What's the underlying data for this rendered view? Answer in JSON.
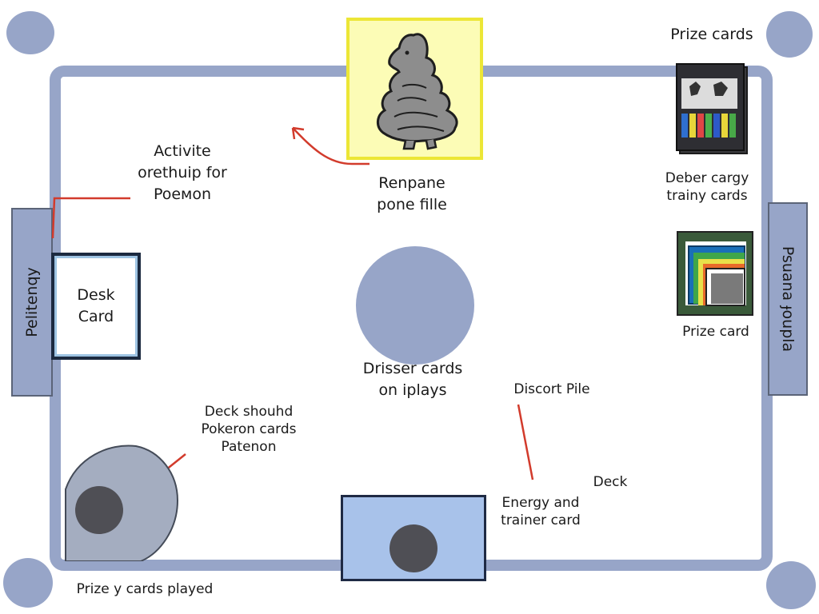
{
  "labels": {
    "prize_cards_top": "Prize cards",
    "active_line1": "Activite",
    "active_line2": "orethuip for",
    "active_line3": "Poемon",
    "renpane_line1": "Renpane",
    "renpane_line2": "pone fille",
    "deber_line1": "Deber cargy",
    "deber_line2": "trainy cards",
    "left_bar": "Pelitenqy",
    "right_bar": "Psuana ɟoupla",
    "desk_line1": "Desk",
    "desk_line2": "Card",
    "prize_card_right": "Prize card",
    "drisser_line1": "Drisser cards",
    "drisser_line2": "on iplays",
    "discort": "Discort Pile",
    "deck_shound_line1": "Deck shouhd",
    "deck_shound_line2": "Pokeron cards",
    "deck_shound_line3": "Patenon",
    "deck": "Deck",
    "energy_line1": "Energy and",
    "energy_line2": "trainer card",
    "prize_played": "Prize y cards played"
  },
  "colors": {
    "board": "#97a5c8",
    "arrow": "#d23b2c",
    "yellow_card": "#fcfcb6",
    "bottom_card": "#a8c2ea"
  },
  "icons": {
    "pokemon_art": "gray-creature-icon",
    "prize_card_stack": "prize-card-stack-icon",
    "layered_cards": "layered-cards-icon",
    "arrow": "red-arrow-icon"
  }
}
